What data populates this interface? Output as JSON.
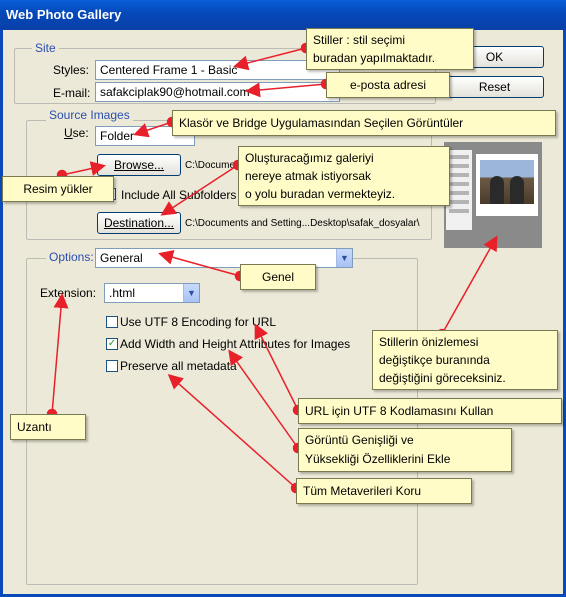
{
  "window": {
    "title": "Web Photo Gallery"
  },
  "site": {
    "legend": "Site",
    "styles_label": "Styles:",
    "styles_value": "Centered Frame 1 - Basic",
    "email_label": "E-mail:",
    "email_value": "safakciplak90@hotmail.com"
  },
  "source": {
    "legend": "Source Images",
    "use_label": "Use:",
    "use_value": "Folder",
    "browse_label": "Browse...",
    "browse_path": "C:\\Document",
    "include_subfolders_label": "Include All Subfolders",
    "destination_label": "Destination...",
    "destination_path": "C:\\Documents and Setting...Desktop\\safak_dosyalar\\"
  },
  "options": {
    "legend": "Options:",
    "options_value": "General",
    "extension_label": "Extension:",
    "extension_value": ".html",
    "utf8_label": "Use UTF 8 Encoding for URL",
    "utf8_checked": false,
    "add_wh_label": "Add Width and Height Attributes for Images",
    "add_wh_checked": true,
    "preserve_label": "Preserve all metadata",
    "preserve_checked": false
  },
  "buttons": {
    "ok": "OK",
    "reset": "Reset"
  },
  "callouts": {
    "styles": "Stiller : stil seçimi\nburadan yapılmaktadır.",
    "email": "e-posta adresi",
    "folder": "Klasör ve Bridge Uygulamasından Seçilen Görüntüler",
    "destination": "Oluşturacağımız galeriyi\nnereye atmak istiyorsak\no yolu buradan vermekteyiz.",
    "browse": "Resim yükler",
    "general": "Genel",
    "preview": "Stillerin önizlemesi\ndeğiştikçe buranında\ndeğiştiğini göreceksiniz.",
    "utf8": "URL için UTF 8 Kodlamasını Kullan",
    "extension": "Uzantı",
    "add_wh": "Görüntü Genişliği ve\nYüksekliği Özelliklerini Ekle",
    "preserve": "Tüm Metaverileri Koru"
  },
  "colors": {
    "arrow": "#e8202a",
    "titlebar": "#0a5fd8",
    "callout_bg": "#fffcc8",
    "legend": "#2a4fb0"
  }
}
